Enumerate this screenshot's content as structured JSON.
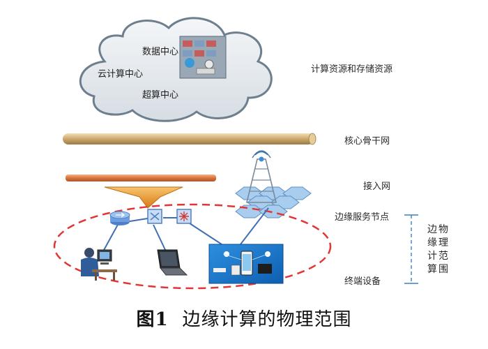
{
  "cloud": {
    "data_center": "数据中心",
    "cloud_computing_center": "云计算中心",
    "supercomputing_center": "超算中心"
  },
  "layers": {
    "compute_storage": "计算资源和存储资源",
    "core_backbone": "核心骨干网",
    "access_network": "接入网",
    "edge_service_node": "边缘服务节点",
    "terminal_device": "终端设备"
  },
  "scope_label_chars": [
    "边",
    "缘",
    "计",
    "算",
    "物",
    "理",
    "范",
    "围"
  ],
  "caption": {
    "number": "图1",
    "title": "边缘计算的物理范围"
  },
  "colors": {
    "cloud_fill": "#e4e8ec",
    "cloud_stroke": "#6d7f8f",
    "backbone": "#c9a46a",
    "access_bar": "#d98245",
    "funnel": "#e59a2c",
    "edge_ellipse": "#e23636",
    "tower_hex": "#9ec4e8",
    "node_blue": "#5b8fd6",
    "scope_bracket": "#3c7fc4"
  }
}
